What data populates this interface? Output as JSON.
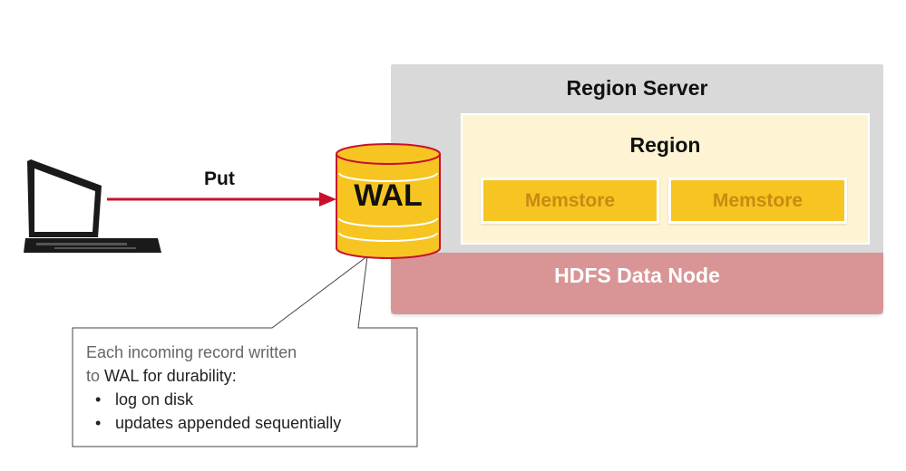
{
  "region_server": {
    "title": "Region Server"
  },
  "region": {
    "title": "Region"
  },
  "memstores": [
    "Memstore",
    "Memstore"
  ],
  "hdfs": {
    "label": "HDFS Data Node"
  },
  "put": {
    "label": "Put"
  },
  "wal": {
    "label": "WAL"
  },
  "callout": {
    "line1": "Each incoming record written",
    "line2_prefix": "to ",
    "line2_keyword": "WAL",
    "line2_suffix": " for durability:",
    "bullets": [
      "log on disk",
      "updates appended sequentially"
    ]
  },
  "colors": {
    "region_server_bg": "#d9d9d9",
    "region_bg": "#fef4d3",
    "memstore": "#f6c522",
    "memstore_text": "#c98a12",
    "hdfs": "#d99596",
    "arrow": "#c8102e",
    "wal_fill": "#f6c522",
    "wal_outline": "#c8102e"
  },
  "icons": [
    "laptop-icon",
    "database-cylinder-icon",
    "arrow-right-icon"
  ]
}
